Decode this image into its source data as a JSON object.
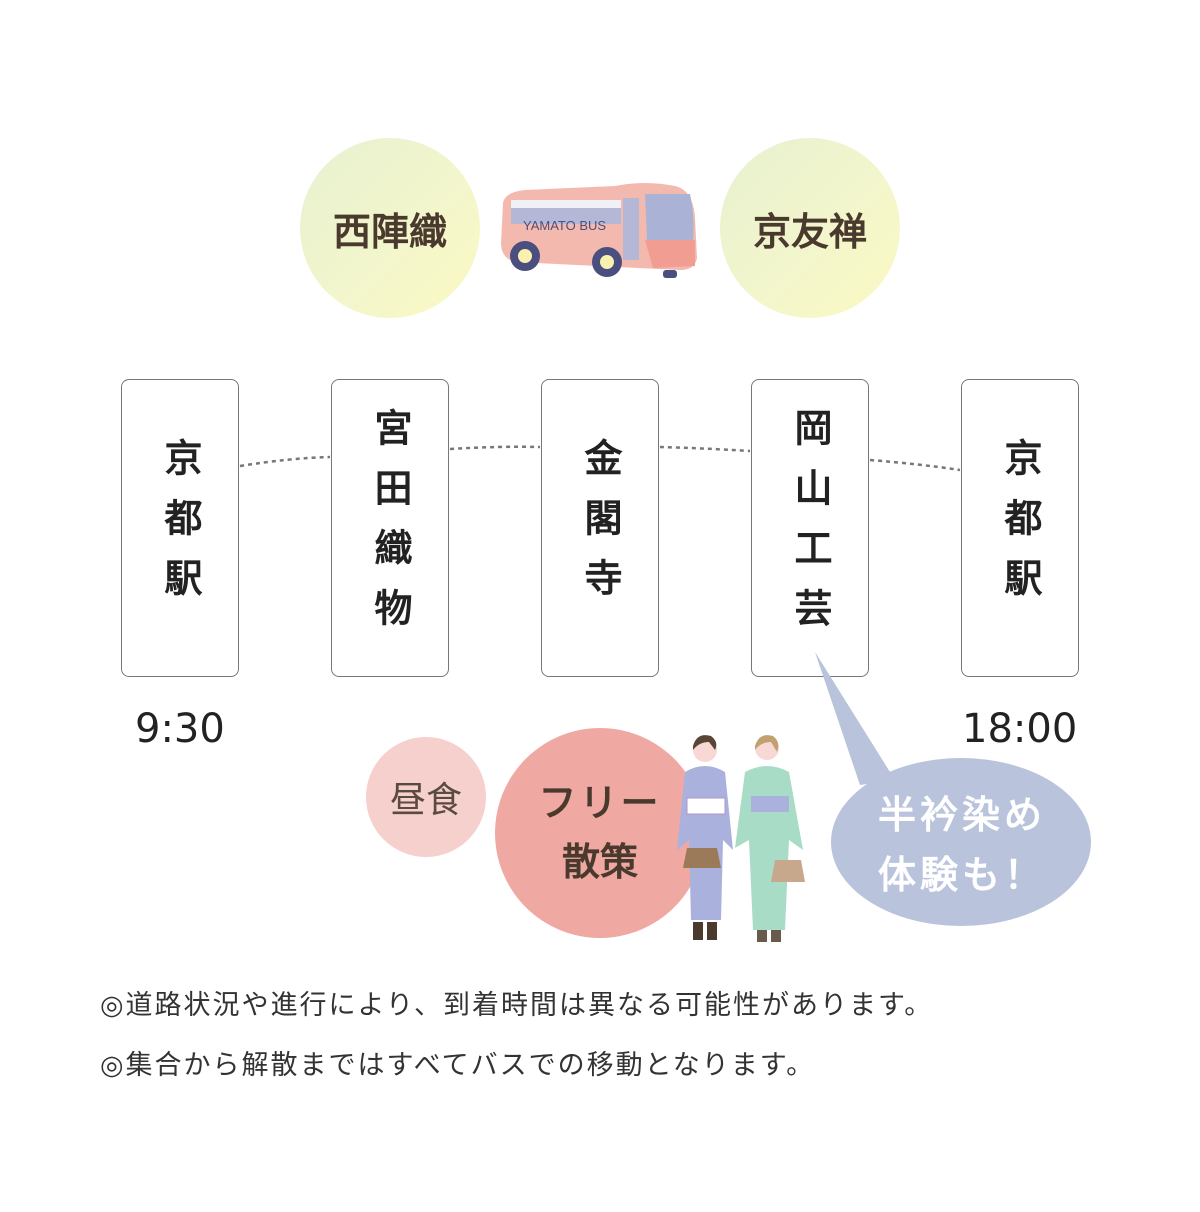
{
  "top_bubbles": [
    {
      "label": "西陣織"
    },
    {
      "label": "京友禅"
    }
  ],
  "bus": {
    "label": "YAMATO BUS"
  },
  "stops": [
    {
      "label": "京都駅"
    },
    {
      "label": "宮田織物"
    },
    {
      "label": "金閣寺"
    },
    {
      "label": "岡山工芸"
    },
    {
      "label": "京都駅"
    }
  ],
  "times": {
    "start": "9:30",
    "end": "18:00"
  },
  "activities": {
    "lunch": "昼食",
    "free_line1": "フリー",
    "free_line2": "散策"
  },
  "callout": {
    "line1": "半衿染め",
    "line2": "体験も！"
  },
  "notes": [
    "◎道路状況や進行により、到着時間は異なる可能性があります。",
    "◎集合から解散まではすべてバスでの移動となります。"
  ],
  "colors": {
    "lunch": "#f6d0cc",
    "free": "#f0a9a2",
    "callout": "#b9c3dc"
  }
}
